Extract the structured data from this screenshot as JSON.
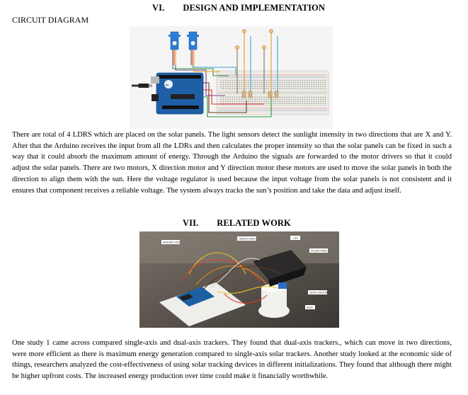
{
  "section6": {
    "number": "VI.",
    "title": "DESIGN AND IMPLEMENTATION"
  },
  "circuit_label": "CIRCUIT DIAGRAM",
  "paragraph1": "There are total of 4 LDRS which are placed on the solar panels. The light sensors detect the sunlight intensity in two directions that are X and Y. After that the Arduino receives the input from all the LDRs and then calculates the proper intensity so that the solar panels can be fixed in such a way that it could absorb the maximum amount of energy. Through the Arduino the signals are forwarded to the motor drivers so that it could adjust the solar panels. There are two motors, X direction motor and Y direction motor these motors are used to move the solar panels in both the direction to align them with the sun. Here the voltage regulator is used because the input voltage from the solar panels is not consistent and it ensures that component receives a reliable voltage. The system always tracks the sun’s position and take the data and adjust itself.",
  "section7": {
    "number": "VII.",
    "title": "RELATED WORK"
  },
  "photo_labels": {
    "arduino": "ARDUINO UNO",
    "jumper": "JUMPER WIRES",
    "ldr": "LDR",
    "solar": "SOLAR PANEL",
    "servo": "SERVO MOTOR",
    "base": "BASE"
  },
  "paragraph2": "One study 1 came across compared single-axis and dual-axis trackers. They found that dual-axis trackers., which can move in two directions, were more efficient as there is maximum energy generation compared to single-axis solar trackers. Another study looked at the economic side of things, researchers analyzed the cost-effectiveness of using solar tracking devices in different initializations. They found that although there might be higher upfront costs. The increased energy production over time could make it financially worthwhile.",
  "colors": {
    "arduino": "#1f5fa6",
    "breadboard": "#f1f1ee",
    "servo": "#2a7bd2"
  }
}
